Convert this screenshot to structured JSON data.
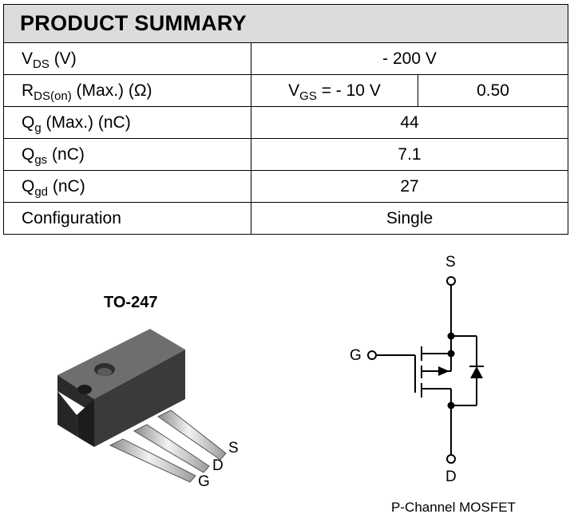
{
  "table": {
    "title": "PRODUCT SUMMARY",
    "rows": [
      {
        "sym": "V",
        "sub": "DS",
        "unit": " (V)",
        "value": "- 200 V"
      },
      {
        "sym": "R",
        "sub": "DS(on)",
        "unit": " (Max.) (Ω)",
        "cond_sym": "V",
        "cond_sub": "GS",
        "cond_rest": " = - 10 V",
        "value": "0.50"
      },
      {
        "sym": "Q",
        "sub": "g",
        "unit": " (Max.) (nC)",
        "value": "44"
      },
      {
        "sym": "Q",
        "sub": "gs",
        "unit": " (nC)",
        "value": "7.1"
      },
      {
        "sym": "Q",
        "sub": "gd",
        "unit": " (nC)",
        "value": "27"
      },
      {
        "label": "Configuration",
        "value": "Single"
      }
    ]
  },
  "package": {
    "name": "TO-247",
    "pins": {
      "s": "S",
      "d": "D",
      "g": "G"
    }
  },
  "schematic": {
    "pins": {
      "s": "S",
      "g": "G",
      "d": "D"
    },
    "caption": "P-Channel MOSFET"
  }
}
